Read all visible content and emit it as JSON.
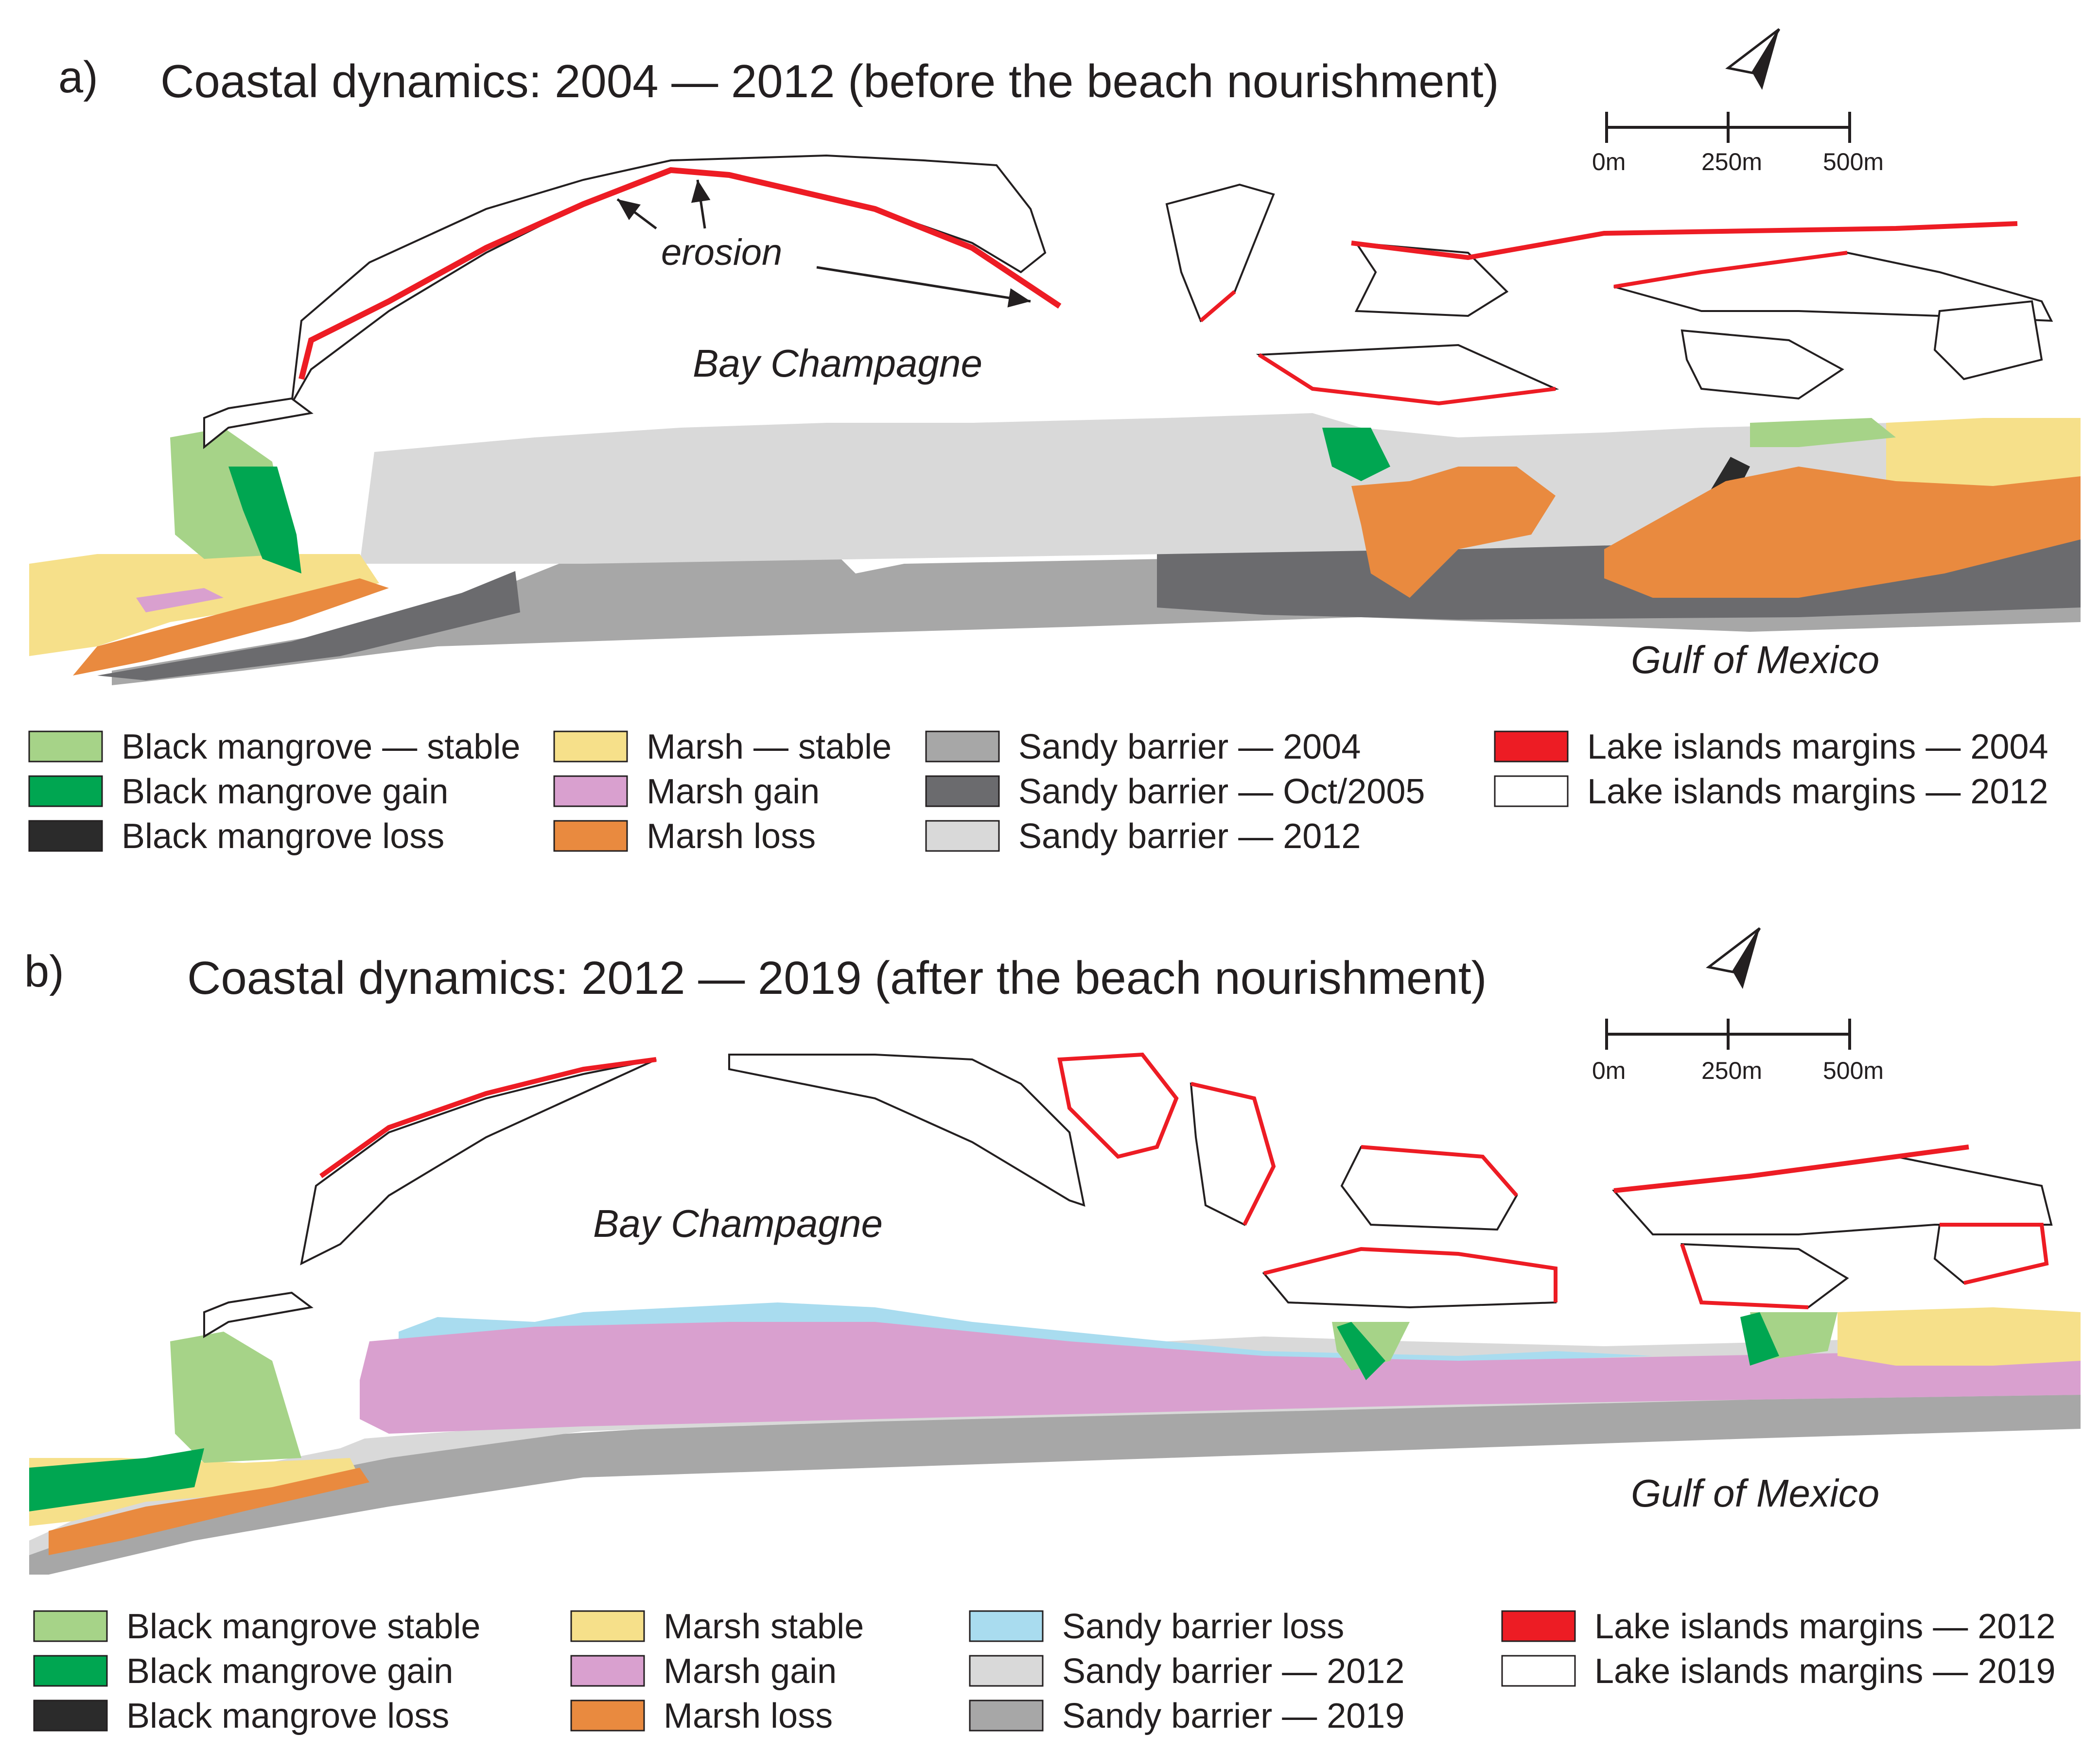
{
  "panel_a": {
    "letter": "a)",
    "title": "Coastal dynamics: 2004 — 2012 (before the beach nourishment)",
    "annotation": "erosion",
    "bay_label": "Bay Champagne",
    "gulf_label": "Gulf of Mexico",
    "scale": [
      "0m",
      "250m",
      "500m"
    ],
    "north_arrow_icon": "north-arrow-icon",
    "legend": [
      {
        "label": "Black mangrove — stable",
        "color": "#a6d388"
      },
      {
        "label": "Black mangrove gain",
        "color": "#00a651"
      },
      {
        "label": "Black mangrove loss",
        "color": "#2b2b2b"
      },
      {
        "label": "Marsh — stable",
        "color": "#f6e08a"
      },
      {
        "label": "Marsh gain",
        "color": "#d9a0cf"
      },
      {
        "label": "Marsh loss",
        "color": "#e98a3f"
      },
      {
        "label": "Sandy barrier — 2004",
        "color": "#a7a7a7"
      },
      {
        "label": "Sandy barrier — Oct/2005",
        "color": "#6b6b6e"
      },
      {
        "label": "Sandy barrier — 2012",
        "color": "#d9d9d9"
      },
      {
        "label": "Lake islands margins — 2004",
        "color": "#ed1c24"
      },
      {
        "label": "Lake islands margins — 2012",
        "color": "#ffffff"
      }
    ]
  },
  "panel_b": {
    "letter": "b)",
    "title": "Coastal dynamics: 2012 — 2019 (after the beach nourishment)",
    "bay_label": "Bay Champagne",
    "gulf_label": "Gulf of Mexico",
    "scale": [
      "0m",
      "250m",
      "500m"
    ],
    "north_arrow_icon": "north-arrow-icon",
    "legend": [
      {
        "label": "Black mangrove stable",
        "color": "#a6d388"
      },
      {
        "label": "Black mangrove gain",
        "color": "#00a651"
      },
      {
        "label": "Black mangrove loss",
        "color": "#2b2b2b"
      },
      {
        "label": "Marsh stable",
        "color": "#f6e08a"
      },
      {
        "label": "Marsh gain",
        "color": "#d9a0cf"
      },
      {
        "label": "Marsh loss",
        "color": "#e98a3f"
      },
      {
        "label": "Sandy barrier loss",
        "color": "#a9dcef"
      },
      {
        "label": "Sandy barrier — 2012",
        "color": "#d9d9d9"
      },
      {
        "label": "Sandy barrier — 2019",
        "color": "#a7a7a7"
      },
      {
        "label": "Lake islands margins — 2012",
        "color": "#ed1c24"
      },
      {
        "label": "Lake islands margins — 2019",
        "color": "#ffffff"
      }
    ]
  }
}
